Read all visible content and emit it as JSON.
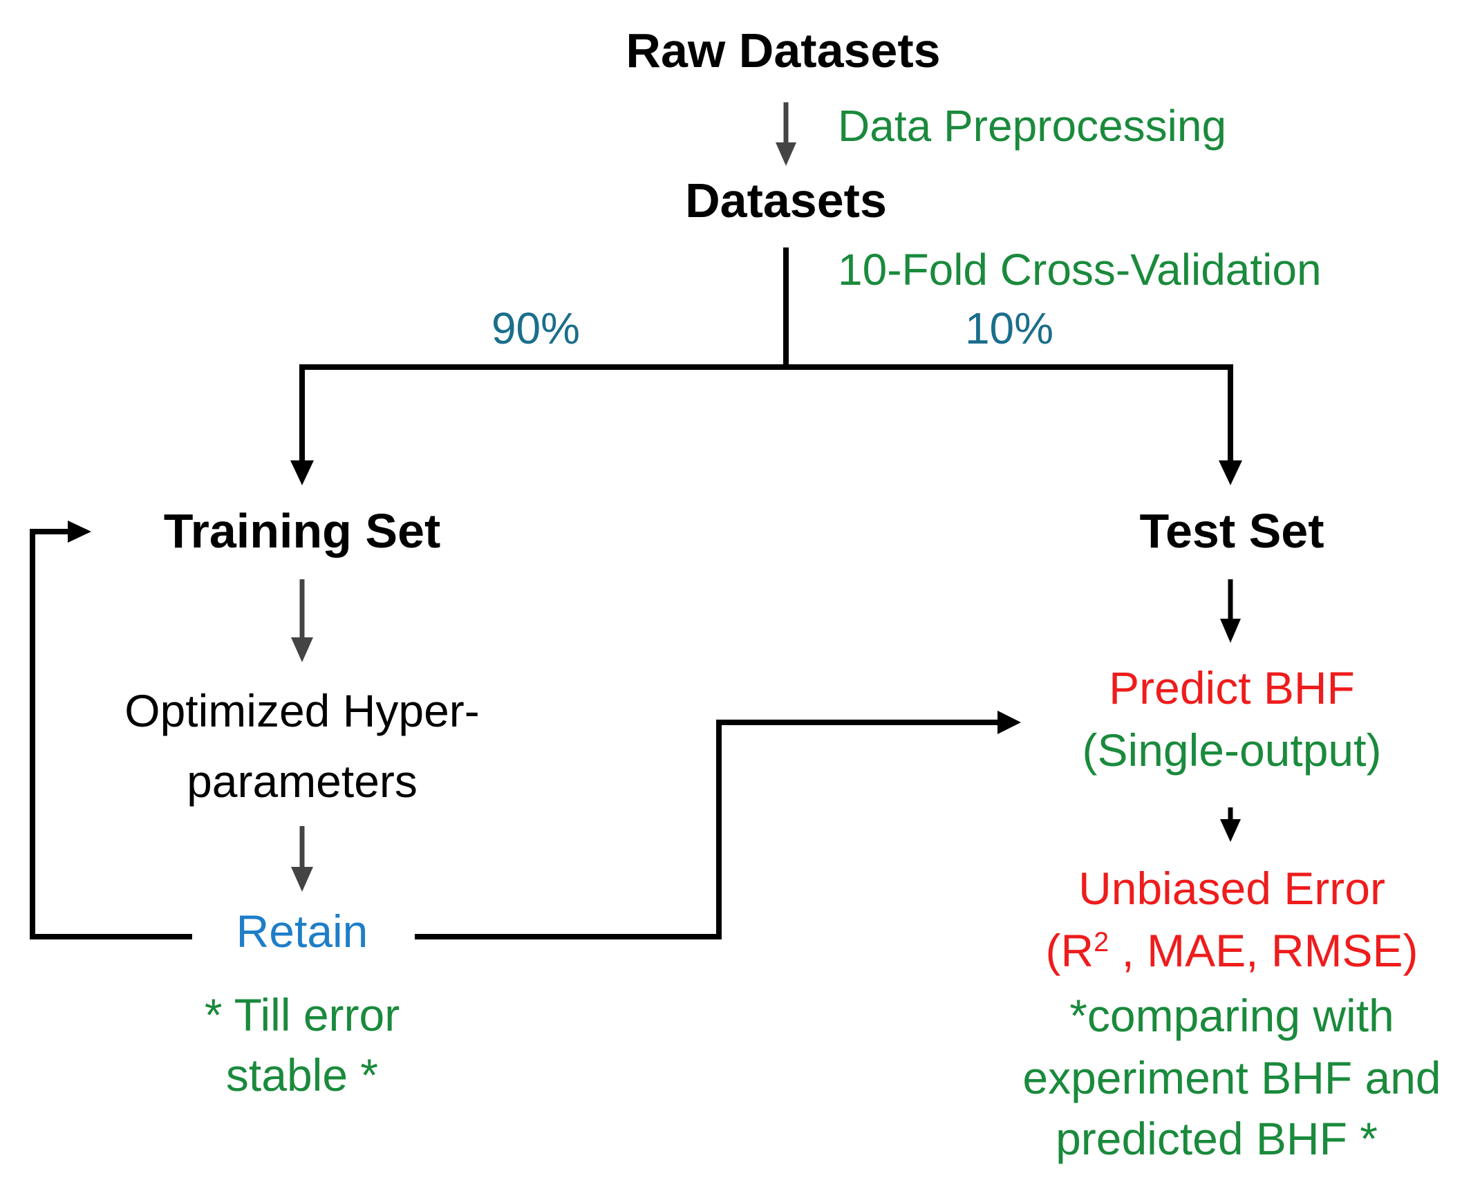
{
  "nodes": {
    "raw_datasets": "Raw Datasets",
    "datasets": "Datasets",
    "training_set": "Training Set",
    "test_set": "Test Set",
    "optimized_line1": "Optimized Hyper-",
    "optimized_line2": "parameters",
    "retain": "Retain",
    "predict_line1": "Predict BHF",
    "predict_line2": "(Single-output)",
    "unbiased_line1": "Unbiased Error",
    "unbiased_line2_pre": "(R",
    "unbiased_line2_sup": "2",
    "unbiased_line2_post": " , MAE, RMSE)"
  },
  "edge_labels": {
    "preprocessing": "Data Preprocessing",
    "cross_validation": "10-Fold Cross-Validation",
    "train_pct": "90%",
    "test_pct": "10%"
  },
  "notes": {
    "till_line1": "* Till error",
    "till_line2": "stable *",
    "compare_line1": "*comparing with",
    "compare_line2": "experiment BHF and",
    "compare_line3": "predicted BHF *"
  },
  "colors": {
    "green": "#1a8a3c",
    "teal": "#1a6e8c",
    "blue": "#1e7ec8",
    "red": "#ee1c1c",
    "arrow_gray": "#444444",
    "line_black": "#000000"
  }
}
